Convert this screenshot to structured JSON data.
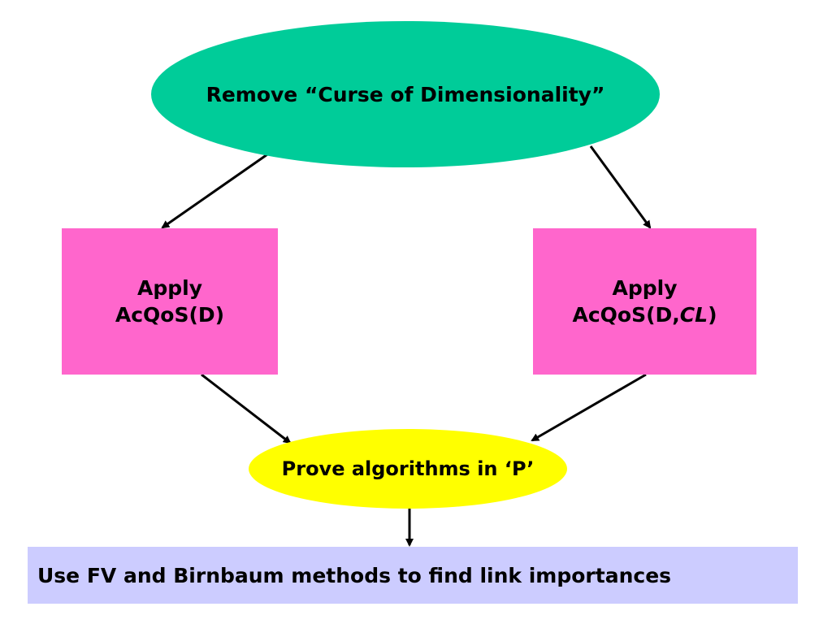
{
  "colors": {
    "top_ellipse": "#00cc99",
    "pink_box": "#ff66cc",
    "middle_ellipse": "#ffff00",
    "bottom_box": "#ccccff",
    "arrow": "#000000"
  },
  "nodes": {
    "top": {
      "text": "Remove “Curse of Dimensionality”"
    },
    "left": {
      "line1": "Apply",
      "line2": "AcQoS(D)"
    },
    "right": {
      "line1": "Apply",
      "line2_prefix": "AcQoS(D,",
      "line2_italic": "CL",
      "line2_suffix": ")"
    },
    "middle": {
      "text": "Prove algorithms in ‘P’"
    },
    "bottom": {
      "text": "Use FV and Birnbaum methods to find link importances"
    }
  }
}
